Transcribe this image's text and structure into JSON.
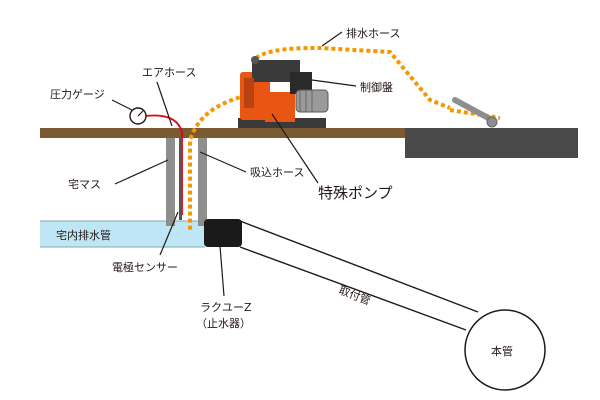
{
  "labels": {
    "pressure_gauge": "圧力ゲージ",
    "air_hose": "エアホース",
    "drain_hose": "排水ホース",
    "control_panel": "制御盤",
    "house_basin": "宅マス",
    "suction_hose": "吸込ホース",
    "special_pump": "特殊ポンプ",
    "house_drain_pipe": "宅内排水管",
    "electrode_sensor": "電極センサー",
    "rakuyu_z": "ラクユーZ",
    "water_stop": "（止水器）",
    "branch_pipe": "取付管",
    "main_pipe": "本管"
  },
  "colors": {
    "ground": "#7a5a30",
    "road": "#4a4a4a",
    "drain_pipe_fill": "#bfe6f4",
    "hose_orange": "#f39800",
    "pump_orange": "#e95513",
    "air_hose_red": "#e60012",
    "plug": "#1a1a1a"
  }
}
